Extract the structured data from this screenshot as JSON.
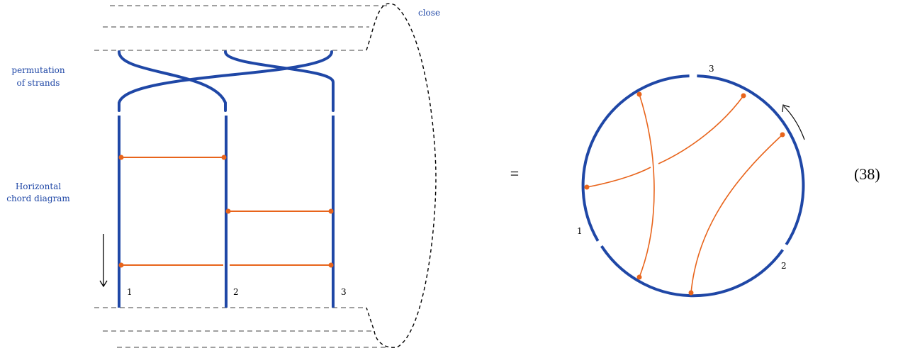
{
  "labels": {
    "close": "close",
    "permutation_line1": "permutation",
    "permutation_line2": "of strands",
    "horizontal_line1": "Horizontal",
    "horizontal_line2": "chord diagram",
    "equals": "=",
    "equation_number": "(38)"
  },
  "strands": {
    "labels": [
      "1",
      "2",
      "3"
    ]
  },
  "circle": {
    "arc_labels": [
      "1",
      "2",
      "3"
    ]
  },
  "colors": {
    "strand": "#1f47a6",
    "chord": "#e8641b",
    "dashed": "#808080",
    "text_blue": "#1f47a6"
  }
}
